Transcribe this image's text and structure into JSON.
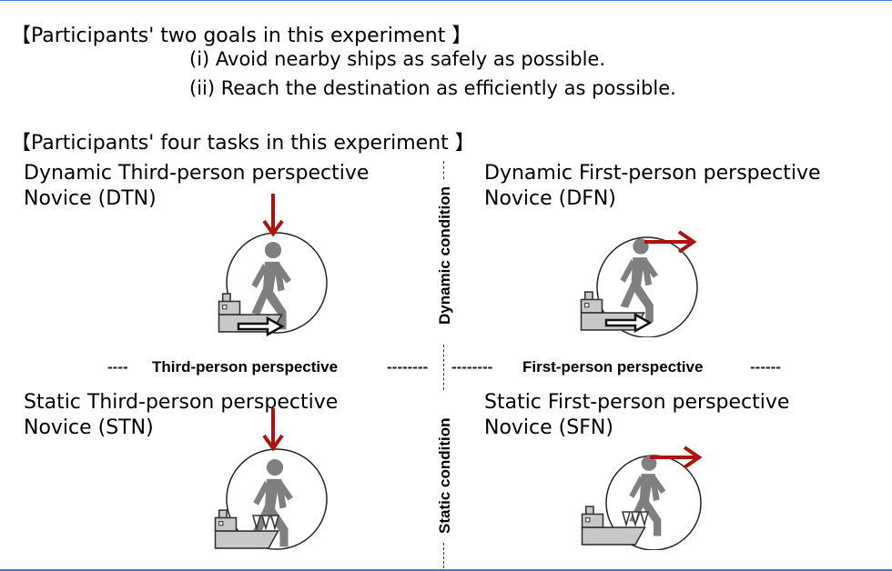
{
  "goals": {
    "heading": "【Participants' two goals in this experiment 】",
    "items": [
      "(i)  Avoid nearby ships as safely as possible.",
      "(ii) Reach the destination as efficiently as possible."
    ]
  },
  "tasks": {
    "heading": "【Participants' four tasks in this experiment 】",
    "quadrants": [
      {
        "line1": "Dynamic Third-person perspective",
        "line2": "Novice (DTN)"
      },
      {
        "line1": "Dynamic First-person perspective",
        "line2": "Novice (DFN)"
      },
      {
        "line1": "Static Third-person perspective",
        "line2": "Novice (STN)"
      },
      {
        "line1": "Static First-person perspective",
        "line2": "Novice (SFN)"
      }
    ],
    "axis_labels": {
      "left": "Third-person perspective",
      "right": "First-person perspective",
      "top": "Dynamic condition",
      "bottom": "Static condition"
    },
    "dash_runs": {
      "left_outer": "----",
      "left_inner": "--------",
      "right_inner": "--------",
      "right_outer": "------"
    }
  },
  "colors": {
    "arrow_red": "#b01010",
    "walker_gray": "#7f7f7f",
    "ship_gray": "#c0c0c0",
    "frame_blue": "#4a78c8"
  },
  "icons": [
    "walker-icon",
    "ship-icon",
    "vision-circle-icon",
    "heading-arrow-icon",
    "ship-motion-arrow-icon",
    "static-ship-marks-icon"
  ]
}
